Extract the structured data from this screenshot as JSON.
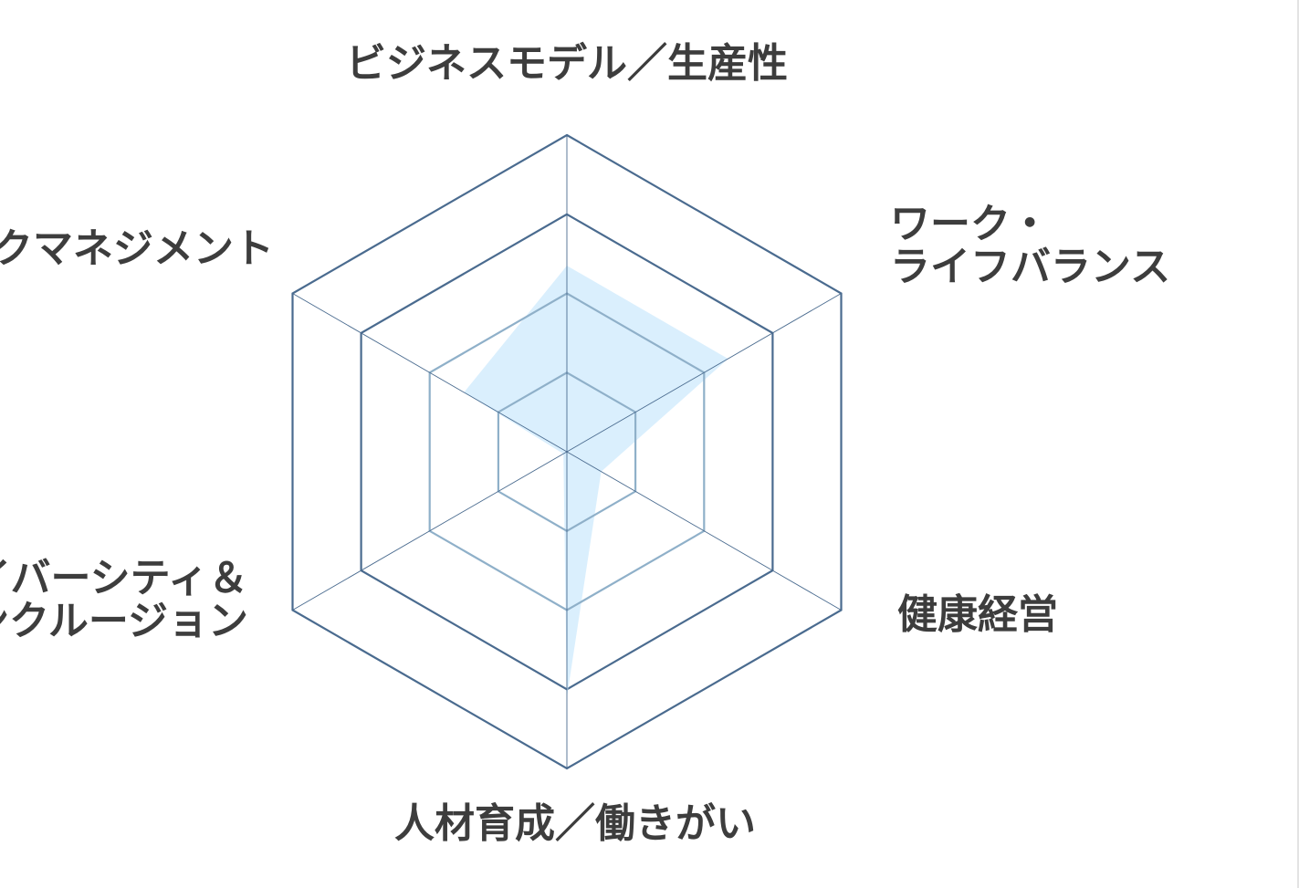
{
  "chart_data": {
    "type": "radar",
    "axes": [
      "ビジネスモデル／生産性",
      "ワーク・ライフバランス",
      "健康経営",
      "人材育成／働きがい",
      "ダイバーシティ＆インクルージョン",
      "リスクマネジメント"
    ],
    "axis_label_lines": [
      [
        "ビジネスモデル／生産性"
      ],
      [
        "ワーク・",
        "ライフバランス"
      ],
      [
        "健康経営"
      ],
      [
        "人材育成／働きがい"
      ],
      [
        "ダイバーシティ＆",
        "インクルージョン"
      ],
      [
        "リスクマネジメント"
      ]
    ],
    "rlim": [
      0,
      4
    ],
    "rings": [
      1,
      2,
      3,
      4
    ],
    "series": [
      {
        "values": [
          2.35,
          2.35,
          0.5,
          3.1,
          0.05,
          1.5
        ]
      }
    ],
    "colors": {
      "fill": "#cdeafc",
      "outer_grid": "#4a6b8f",
      "inner_grid": "#8fb0c9",
      "spoke": "#4a6b8f",
      "label": "#3d3d3d"
    }
  }
}
